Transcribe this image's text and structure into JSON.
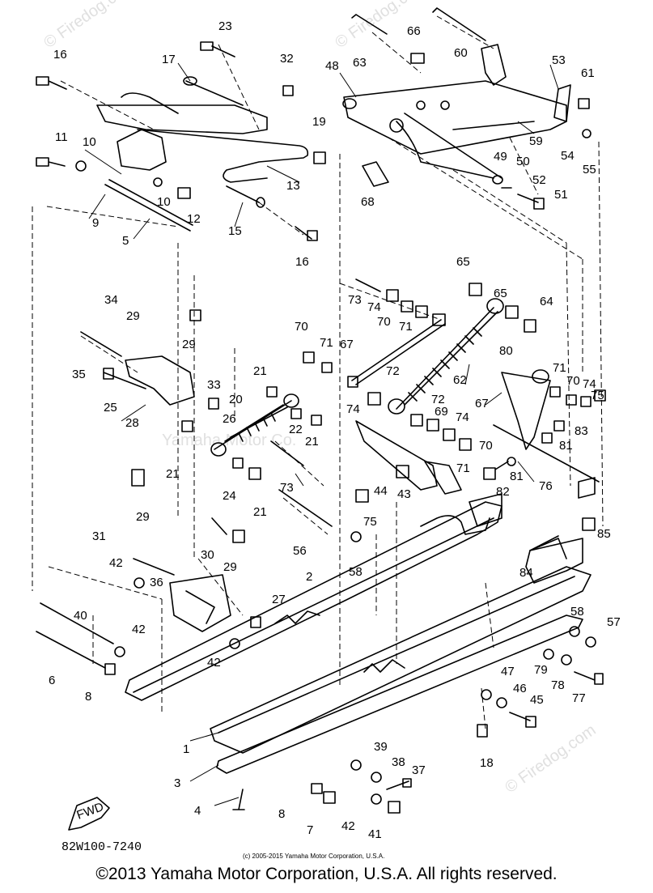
{
  "diagram_code": "82W100-7240",
  "small_copyright": "(c) 2005-2015 Yamaha Motor Corporation, U.S.A.",
  "copyright": "©2013 Yamaha Motor Corporation, U.S.A. All rights reserved.",
  "watermarks": [
    "© Firedog.com",
    "© Firedog.com",
    "Yamaha Motor Co.",
    "© Firedog.com"
  ],
  "fwd_label": "FWD",
  "callouts": [
    "1",
    "2",
    "3",
    "4",
    "5",
    "6",
    "7",
    "8",
    "8",
    "9",
    "10",
    "10",
    "11",
    "12",
    "13",
    "15",
    "16",
    "16",
    "17",
    "18",
    "19",
    "20",
    "21",
    "21",
    "21",
    "21",
    "22",
    "23",
    "24",
    "25",
    "26",
    "27",
    "28",
    "29",
    "29",
    "29",
    "29",
    "30",
    "31",
    "32",
    "33",
    "34",
    "35",
    "36",
    "37",
    "38",
    "39",
    "40",
    "41",
    "42",
    "42",
    "42",
    "42",
    "43",
    "44",
    "45",
    "46",
    "47",
    "48",
    "49",
    "50",
    "51",
    "52",
    "53",
    "54",
    "55",
    "56",
    "57",
    "58",
    "58",
    "59",
    "60",
    "61",
    "62",
    "63",
    "64",
    "65",
    "65",
    "66",
    "67",
    "67",
    "68",
    "69",
    "70",
    "70",
    "70",
    "70",
    "71",
    "71",
    "71",
    "71",
    "72",
    "72",
    "73",
    "73",
    "74",
    "74",
    "74",
    "74",
    "75",
    "75",
    "76",
    "77",
    "78",
    "79",
    "80",
    "81",
    "81",
    "82",
    "83",
    "84",
    "85"
  ]
}
